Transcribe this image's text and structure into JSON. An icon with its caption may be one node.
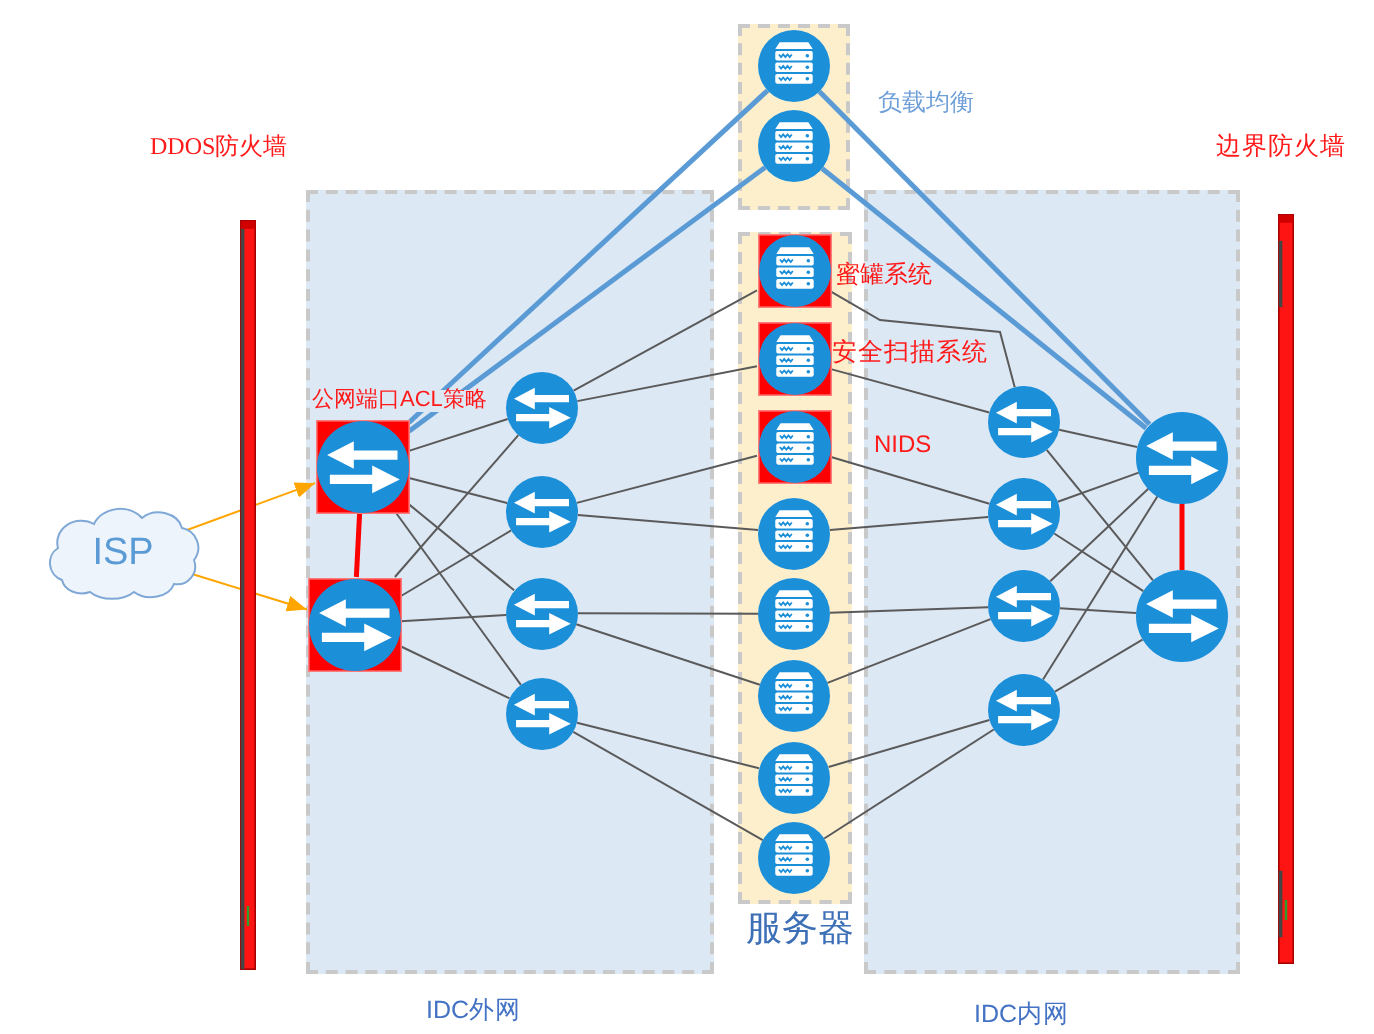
{
  "diagram": {
    "nodes": [
      {
        "text": [],
        "shape": "box",
        "beside": [
          "负载均衡"
        ]
      },
      {
        "text": [],
        "shape": "circle",
        "in": 0
      },
      {
        "text": [],
        "shape": "circle",
        "in": 0
      },
      {
        "text": [],
        "shape": "bar",
        "beside": [
          "DDOS防火墙"
        ]
      },
      {
        "text": [],
        "shape": "bar",
        "beside": [
          "边界防火墙"
        ]
      },
      {
        "text": [
          "ISP"
        ]
      },
      {
        "text": [
          "IDC外网"
        ]
      },
      {
        "text": [],
        "shape": "box",
        "in": 6,
        "beside": [
          "公网端口ACL策略"
        ]
      },
      {
        "text": [],
        "shape": "box",
        "in": 6
      },
      {
        "text": [],
        "shape": "circle",
        "in": 6
      },
      {
        "text": [],
        "shape": "circle",
        "in": 6
      },
      {
        "text": [],
        "shape": "circle",
        "in": 6
      },
      {
        "text": [],
        "shape": "circle",
        "in": 6
      },
      {
        "text": [
          "服务器"
        ]
      },
      {
        "text": [],
        "shape": "box",
        "in": 13,
        "beside": [
          "蜜罐系统"
        ]
      },
      {
        "text": [],
        "shape": "box",
        "in": 13,
        "beside": [
          "安全扫描系统"
        ]
      },
      {
        "text": [],
        "shape": "box",
        "in": 13,
        "beside": [
          "NIDS"
        ]
      },
      {
        "text": [],
        "shape": "circle",
        "in": 13
      },
      {
        "text": [],
        "shape": "circle",
        "in": 13
      },
      {
        "text": [],
        "shape": "circle",
        "in": 13
      },
      {
        "text": [],
        "shape": "circle",
        "in": 13
      },
      {
        "text": [],
        "shape": "circle",
        "in": 13
      },
      {
        "text": [
          "IDC内网"
        ]
      },
      {
        "text": [],
        "shape": "circle",
        "in": 22
      },
      {
        "text": [],
        "shape": "circle",
        "in": 22
      },
      {
        "text": [],
        "shape": "circle",
        "in": 22
      },
      {
        "text": [],
        "shape": "circle",
        "in": 22
      },
      {
        "text": [],
        "shape": "circle",
        "in": 22
      },
      {
        "text": [],
        "shape": "circle",
        "in": 22
      }
    ],
    "edges": [
      {
        "from": 5,
        "to": 7,
        "arrow": "to",
        "color": "#ffa500"
      },
      {
        "from": 5,
        "to": 8,
        "arrow": "to",
        "color": "#ffa500"
      },
      {
        "from": 7,
        "to": 1,
        "arrow": "none",
        "style": "thick",
        "color": "#5b9bd5"
      },
      {
        "from": 7,
        "to": 2,
        "arrow": "none",
        "style": "thick",
        "color": "#5b9bd5"
      },
      {
        "from": 1,
        "to": 27,
        "arrow": "none",
        "style": "thick",
        "color": "#5b9bd5"
      },
      {
        "from": 2,
        "to": 27,
        "arrow": "none",
        "style": "thick",
        "color": "#5b9bd5"
      },
      {
        "from": 7,
        "to": 8,
        "arrow": "none",
        "style": "thick",
        "color": "#ff0000"
      },
      {
        "from": 27,
        "to": 28,
        "arrow": "none",
        "style": "thick",
        "color": "#ff0000"
      },
      {
        "from": 7,
        "to": 9,
        "arrow": "none"
      },
      {
        "from": 7,
        "to": 10,
        "arrow": "none"
      },
      {
        "from": 7,
        "to": 11,
        "arrow": "none"
      },
      {
        "from": 7,
        "to": 12,
        "arrow": "none"
      },
      {
        "from": 8,
        "to": 9,
        "arrow": "none"
      },
      {
        "from": 8,
        "to": 10,
        "arrow": "none"
      },
      {
        "from": 8,
        "to": 11,
        "arrow": "none"
      },
      {
        "from": 8,
        "to": 12,
        "arrow": "none"
      },
      {
        "from": 9,
        "to": 14,
        "arrow": "none"
      },
      {
        "from": 9,
        "to": 15,
        "arrow": "none"
      },
      {
        "from": 10,
        "to": 16,
        "arrow": "none"
      },
      {
        "from": 10,
        "to": 17,
        "arrow": "none"
      },
      {
        "from": 11,
        "to": 18,
        "arrow": "none"
      },
      {
        "from": 11,
        "to": 19,
        "arrow": "none"
      },
      {
        "from": 12,
        "to": 20,
        "arrow": "none"
      },
      {
        "from": 12,
        "to": 21,
        "arrow": "none"
      },
      {
        "from": 14,
        "to": 23,
        "arrow": "none"
      },
      {
        "from": 15,
        "to": 23,
        "arrow": "none"
      },
      {
        "from": 16,
        "to": 24,
        "arrow": "none"
      },
      {
        "from": 17,
        "to": 24,
        "arrow": "none"
      },
      {
        "from": 18,
        "to": 25,
        "arrow": "none"
      },
      {
        "from": 19,
        "to": 25,
        "arrow": "none"
      },
      {
        "from": 20,
        "to": 26,
        "arrow": "none"
      },
      {
        "from": 21,
        "to": 26,
        "arrow": "none"
      },
      {
        "from": 23,
        "to": 27,
        "arrow": "none"
      },
      {
        "from": 23,
        "to": 28,
        "arrow": "none"
      },
      {
        "from": 24,
        "to": 27,
        "arrow": "none"
      },
      {
        "from": 24,
        "to": 28,
        "arrow": "none"
      },
      {
        "from": 25,
        "to": 27,
        "arrow": "none"
      },
      {
        "from": 25,
        "to": 28,
        "arrow": "none"
      },
      {
        "from": 26,
        "to": 27,
        "arrow": "none"
      },
      {
        "from": 26,
        "to": 28,
        "arrow": "none"
      }
    ]
  }
}
